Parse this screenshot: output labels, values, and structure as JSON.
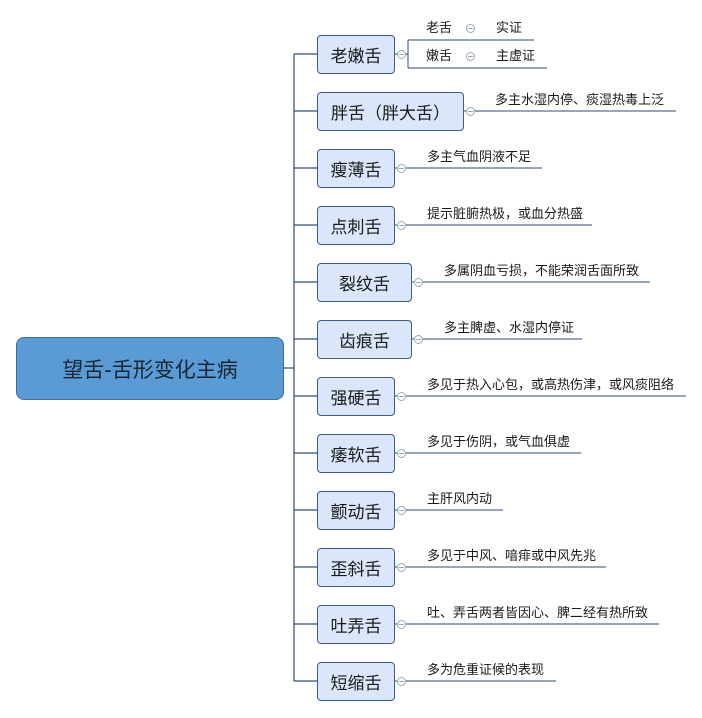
{
  "root": {
    "label": "望舌-舌形变化主病"
  },
  "branches": [
    {
      "label": "老嫩舌",
      "children": [
        {
          "label": "老舌",
          "desc": "实证"
        },
        {
          "label": "嫩舌",
          "desc": "主虚证"
        }
      ]
    },
    {
      "label": "胖舌（胖大舌）",
      "desc": "多主水湿内停、痰湿热毒上泛"
    },
    {
      "label": "瘦薄舌",
      "desc": "多主气血阴液不足"
    },
    {
      "label": "点刺舌",
      "desc": "提示脏腑热极，或血分热盛"
    },
    {
      "label": "裂纹舌",
      "desc": "多属阴血亏损，不能荣润舌面所致"
    },
    {
      "label": "齿痕舌",
      "desc": "多主脾虚、水湿内停证"
    },
    {
      "label": "强硬舌",
      "desc": "多见于热入心包，或高热伤津，或风痰阻络"
    },
    {
      "label": "痿软舌",
      "desc": "多见于伤阴，或气血俱虚"
    },
    {
      "label": "颤动舌",
      "desc": "主肝风内动"
    },
    {
      "label": "歪斜舌",
      "desc": "多见于中风、喑痱或中风先兆"
    },
    {
      "label": "吐弄舌",
      "desc": "吐、弄舌两者皆因心、脾二经有热所致"
    },
    {
      "label": "短缩舌",
      "desc": "多为危重证候的表现"
    }
  ]
}
